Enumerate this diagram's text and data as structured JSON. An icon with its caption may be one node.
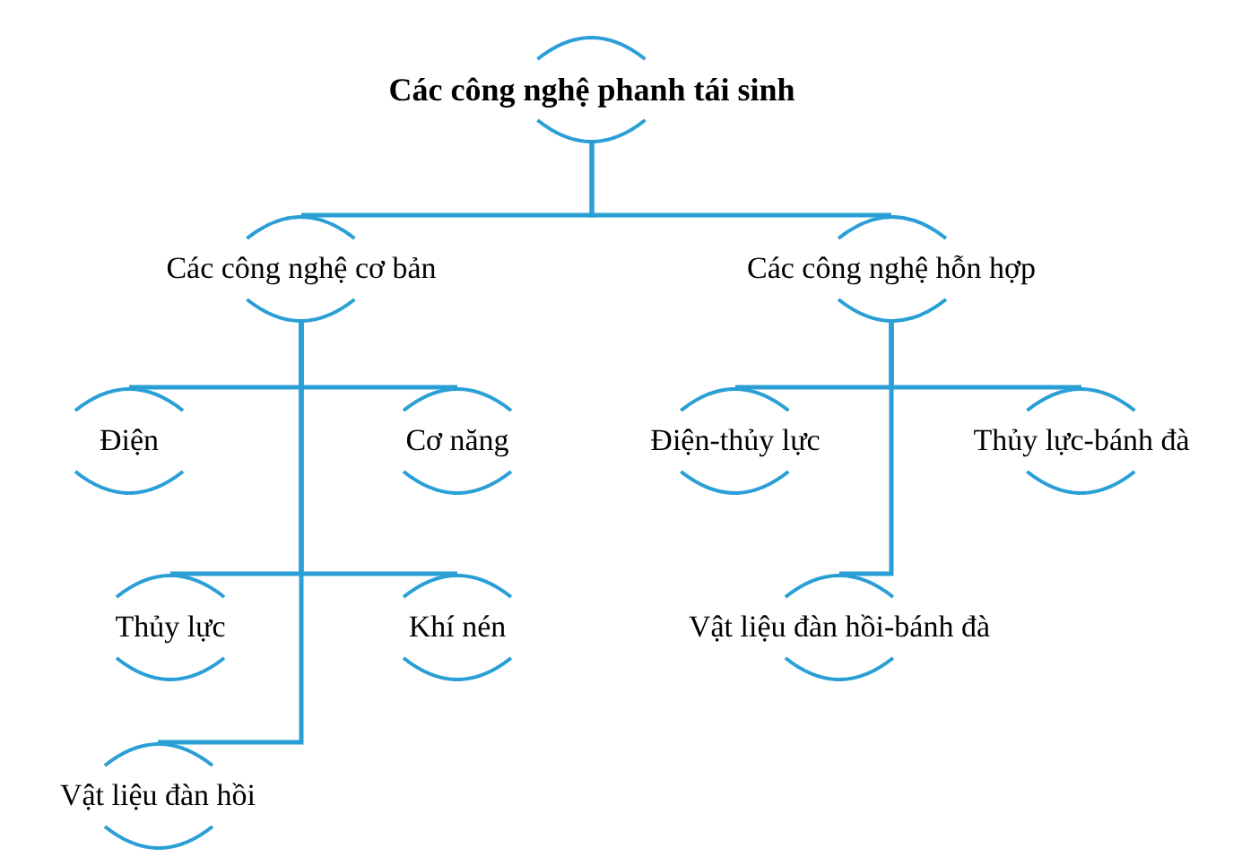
{
  "diagram": {
    "nodes": [
      {
        "text": [
          "Các công nghệ phanh tái sinh"
        ]
      },
      {
        "text": [
          "Các công nghệ cơ bản"
        ]
      },
      {
        "text": [
          "Các công nghệ hỗn hợp"
        ]
      },
      {
        "text": [
          "Điện"
        ]
      },
      {
        "text": [
          "Cơ năng"
        ]
      },
      {
        "text": [
          "Điện-thủy lực"
        ]
      },
      {
        "text": [
          "Thủy lực-bánh đà"
        ]
      },
      {
        "text": [
          "Thủy lực"
        ]
      },
      {
        "text": [
          "Khí nén"
        ]
      },
      {
        "text": [
          "Vật liệu đàn hồi-bánh đà"
        ]
      },
      {
        "text": [
          "Vật liệu đàn hồi"
        ]
      }
    ],
    "edges": [
      {
        "from": 0,
        "to": 1,
        "arrow": "none"
      },
      {
        "from": 0,
        "to": 2,
        "arrow": "none"
      },
      {
        "from": 1,
        "to": 3,
        "arrow": "none"
      },
      {
        "from": 1,
        "to": 4,
        "arrow": "none"
      },
      {
        "from": 1,
        "to": 7,
        "arrow": "none"
      },
      {
        "from": 1,
        "to": 8,
        "arrow": "none"
      },
      {
        "from": 1,
        "to": 10,
        "arrow": "none"
      },
      {
        "from": 2,
        "to": 5,
        "arrow": "none"
      },
      {
        "from": 2,
        "to": 6,
        "arrow": "none"
      },
      {
        "from": 2,
        "to": 9,
        "arrow": "none"
      }
    ]
  }
}
